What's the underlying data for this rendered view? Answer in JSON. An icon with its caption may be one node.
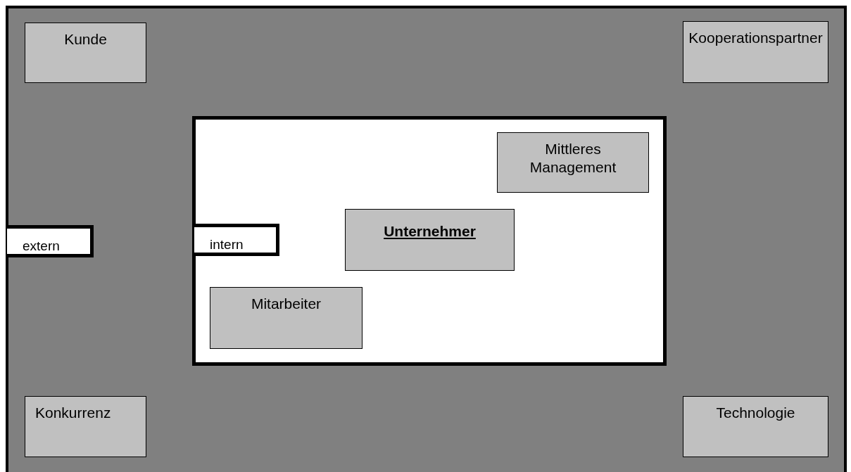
{
  "diagram": {
    "nodes": [
      {
        "text": [
          "extern"
        ]
      },
      {
        "text": [
          "Kunde"
        ],
        "in": 0
      },
      {
        "text": [
          "Kooperationspartner"
        ],
        "in": 0
      },
      {
        "text": [
          "intern"
        ],
        "in": 0
      },
      {
        "text": [
          "Mittleres Management"
        ],
        "in": 3
      },
      {
        "text": [
          "Unternehmer"
        ],
        "in": 3
      },
      {
        "text": [
          "Mitarbeiter"
        ],
        "in": 3
      },
      {
        "text": [
          "Konkurrenz"
        ],
        "in": 0
      },
      {
        "text": [
          "Technologie"
        ],
        "in": 0
      }
    ]
  }
}
